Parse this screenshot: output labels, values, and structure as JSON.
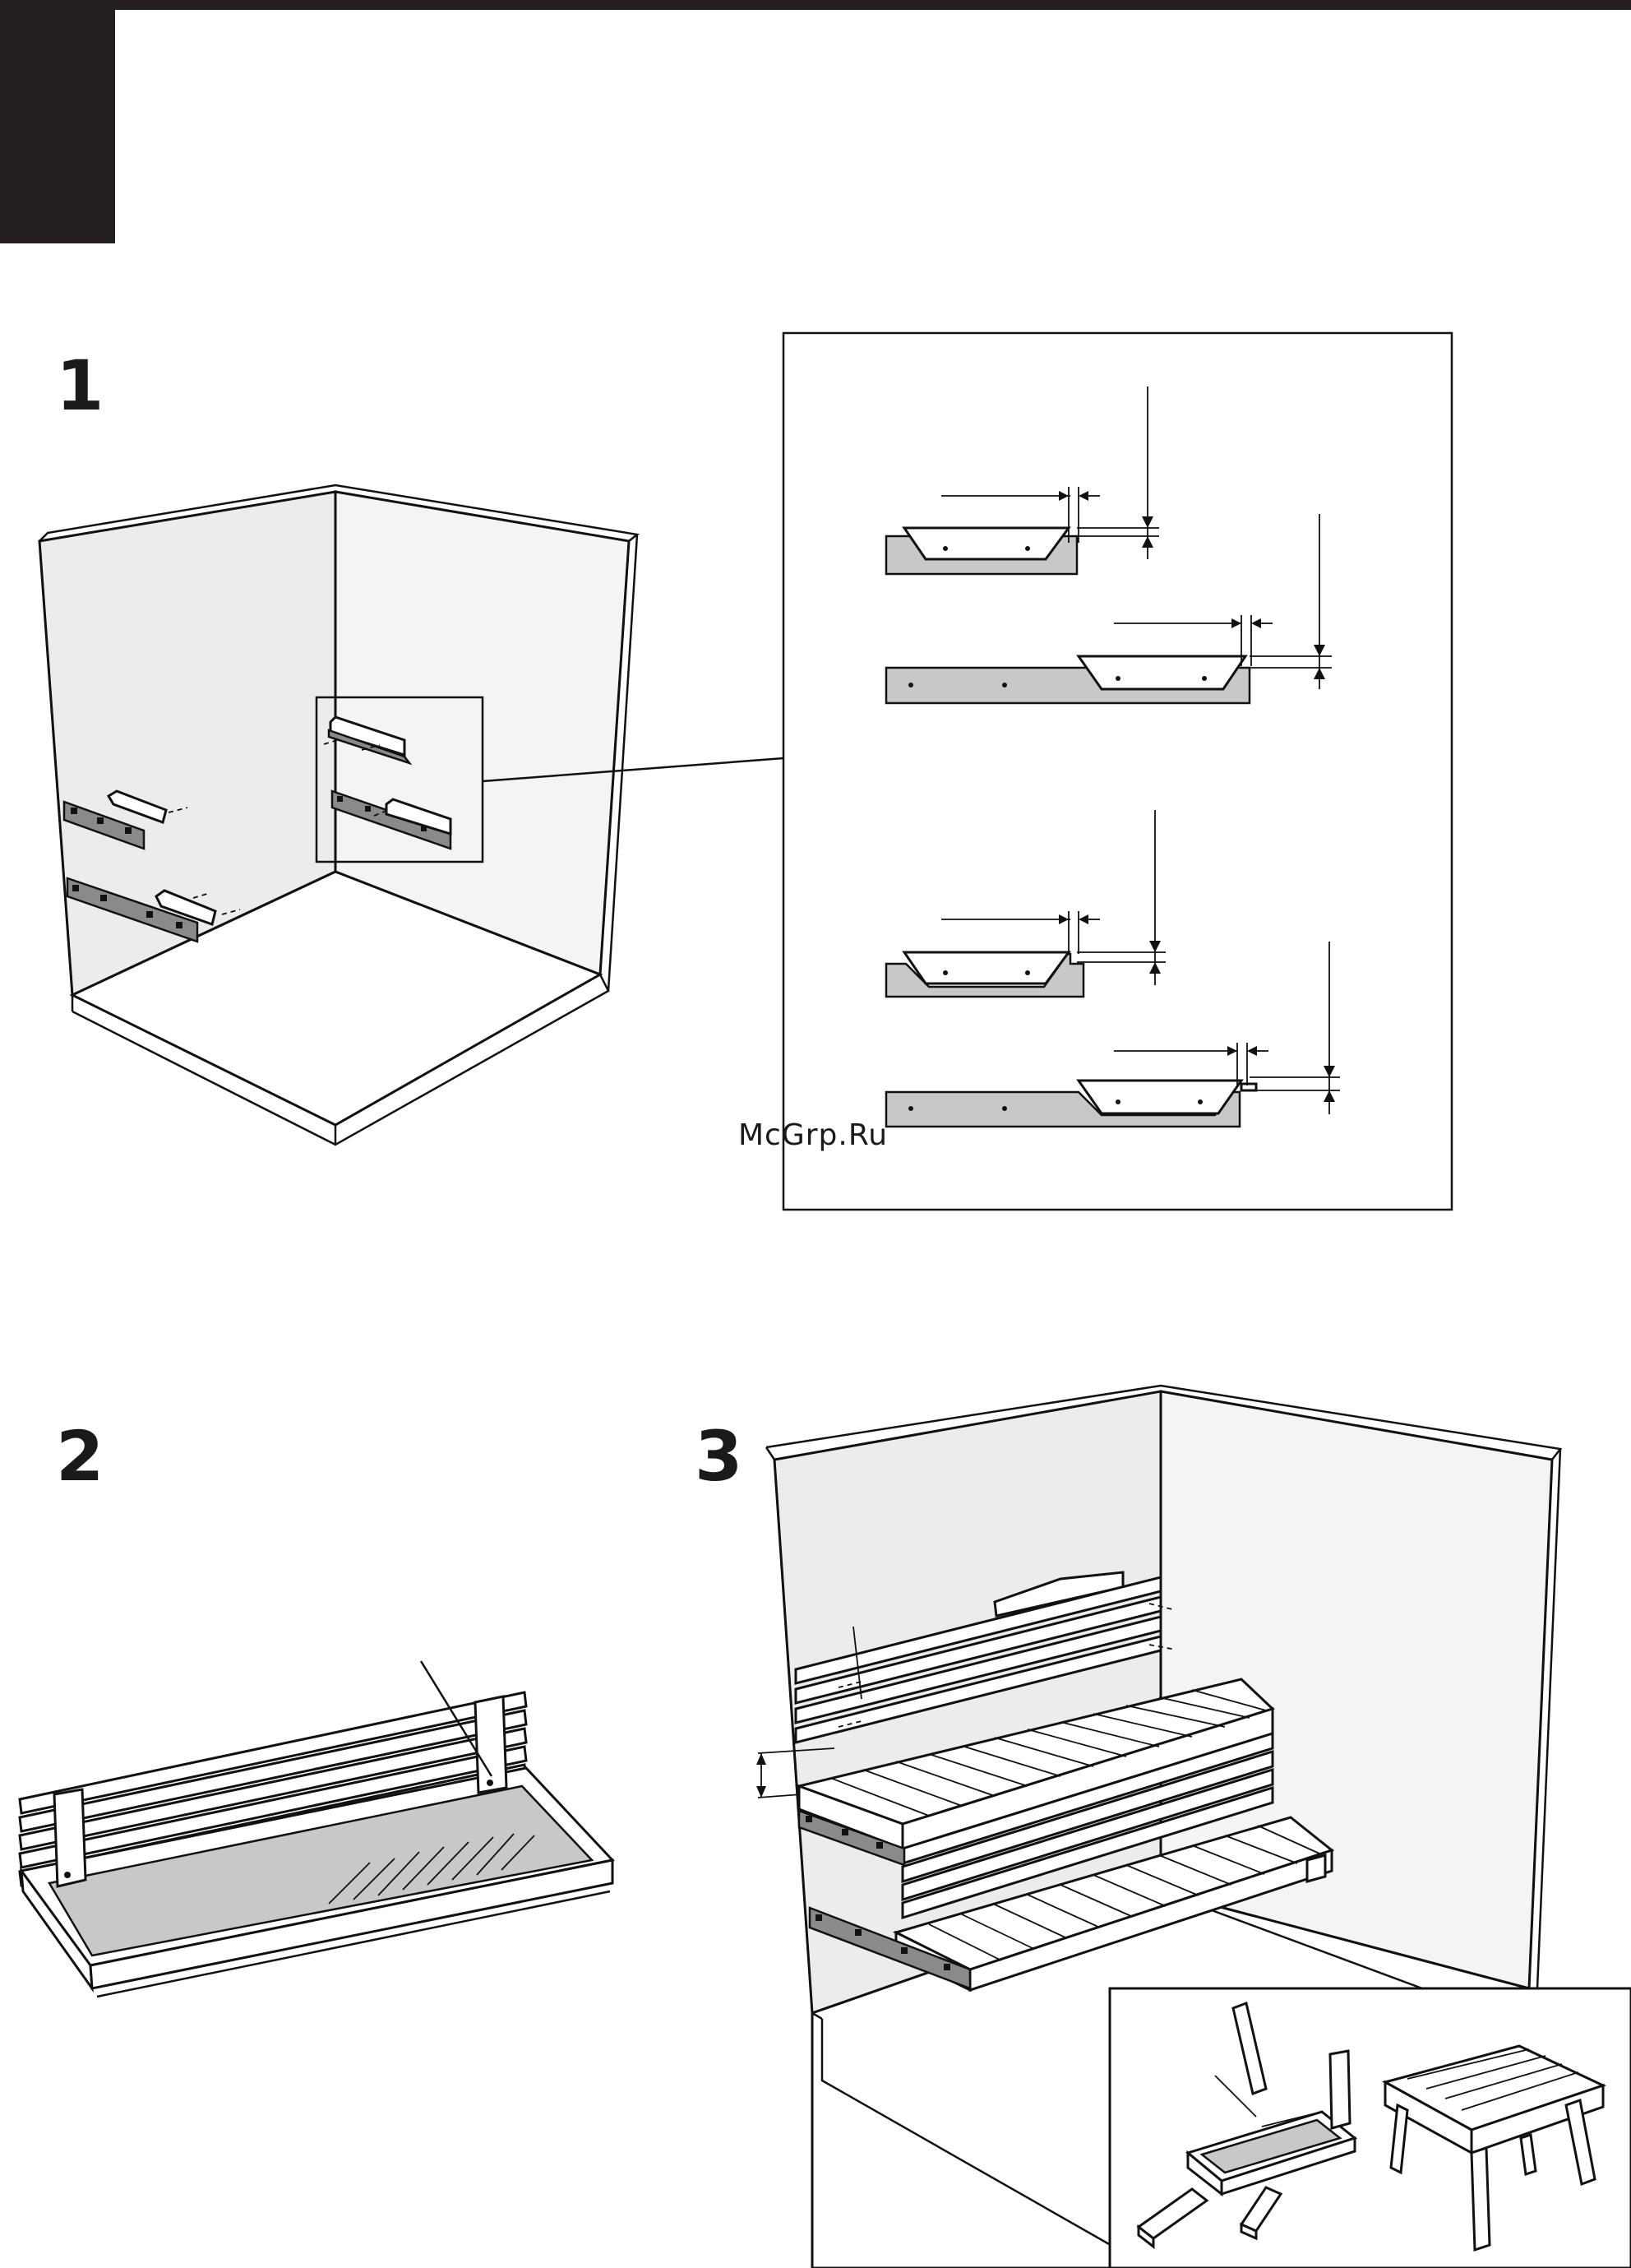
{
  "steps": [
    {
      "number": "1"
    },
    {
      "number": "2"
    },
    {
      "number": "3"
    }
  ],
  "watermark": "McGrp.Ru",
  "colors": {
    "ink": "#111111",
    "header_bar": "#231f20",
    "wall_fill": "#ececec",
    "batten_fill": "#c8c8c8"
  }
}
